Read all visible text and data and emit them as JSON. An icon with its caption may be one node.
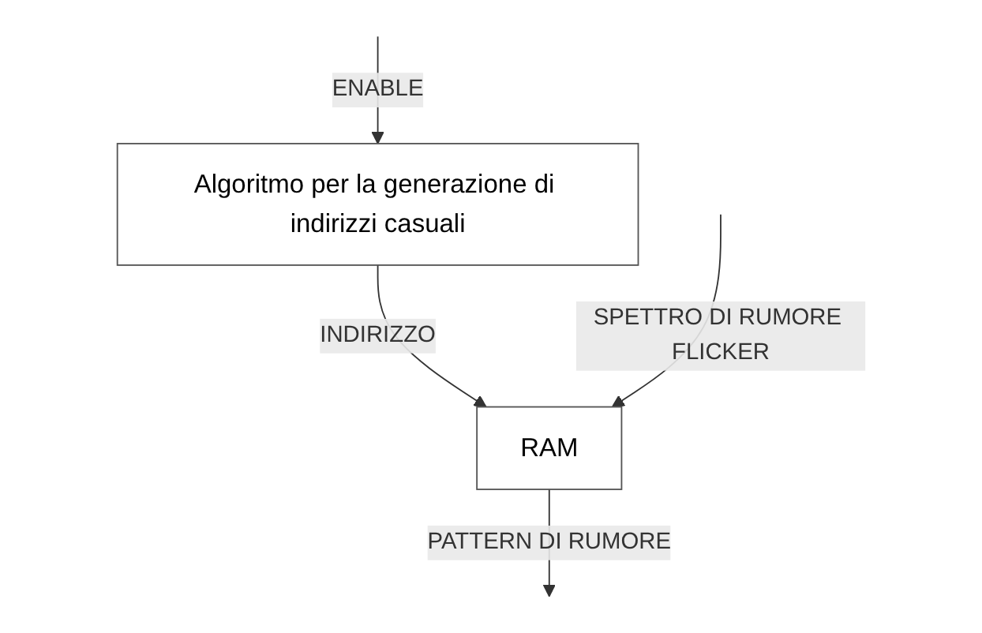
{
  "diagram": {
    "nodes": [
      {
        "text": [
          "Algoritmo per la generazione di indirizzi casuali"
        ]
      },
      {
        "text": [
          "RAM"
        ]
      }
    ],
    "edges": [
      {
        "from": null,
        "to": 0,
        "arrow": "to",
        "label": "ENABLE"
      },
      {
        "from": 0,
        "to": 1,
        "arrow": "to",
        "label": "INDIRIZZO"
      },
      {
        "from": null,
        "to": 1,
        "arrow": "to",
        "label": "SPETTRO DI RUMORE FLICKER"
      },
      {
        "from": 1,
        "to": null,
        "arrow": "to",
        "label": "PATTERN DI RUMORE"
      }
    ]
  }
}
